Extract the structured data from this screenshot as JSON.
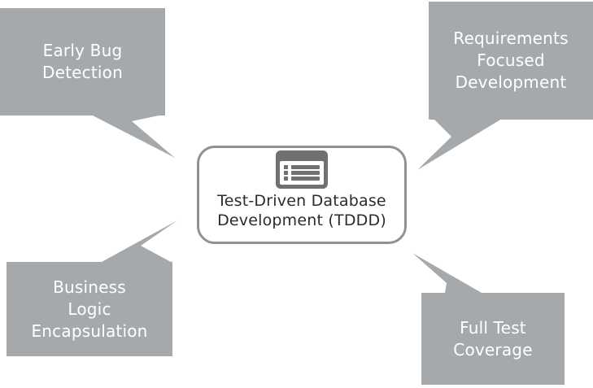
{
  "diagram": {
    "type": "radial-callout",
    "center": {
      "label": "Test-Driven Database Development (TDDD)",
      "label_lines": "Test-Driven Database\nDevelopment (TDDD)",
      "icon": "list-form-icon"
    },
    "bubbles": [
      {
        "id": "top-left",
        "label": "Early Bug\nDetection"
      },
      {
        "id": "top-right",
        "label": "Requirements\nFocused\nDevelopment"
      },
      {
        "id": "bottom-left",
        "label": "Business\nLogic\nEncapsulation"
      },
      {
        "id": "bottom-right",
        "label": "Full Test\nCoverage"
      }
    ]
  },
  "colors": {
    "background": "#ffffff",
    "bubble": "#a6a9ab",
    "node_border": "#8f9193",
    "icon": "#6e7072",
    "text_light": "#ffffff",
    "text_dark": "#2b2b2b"
  }
}
